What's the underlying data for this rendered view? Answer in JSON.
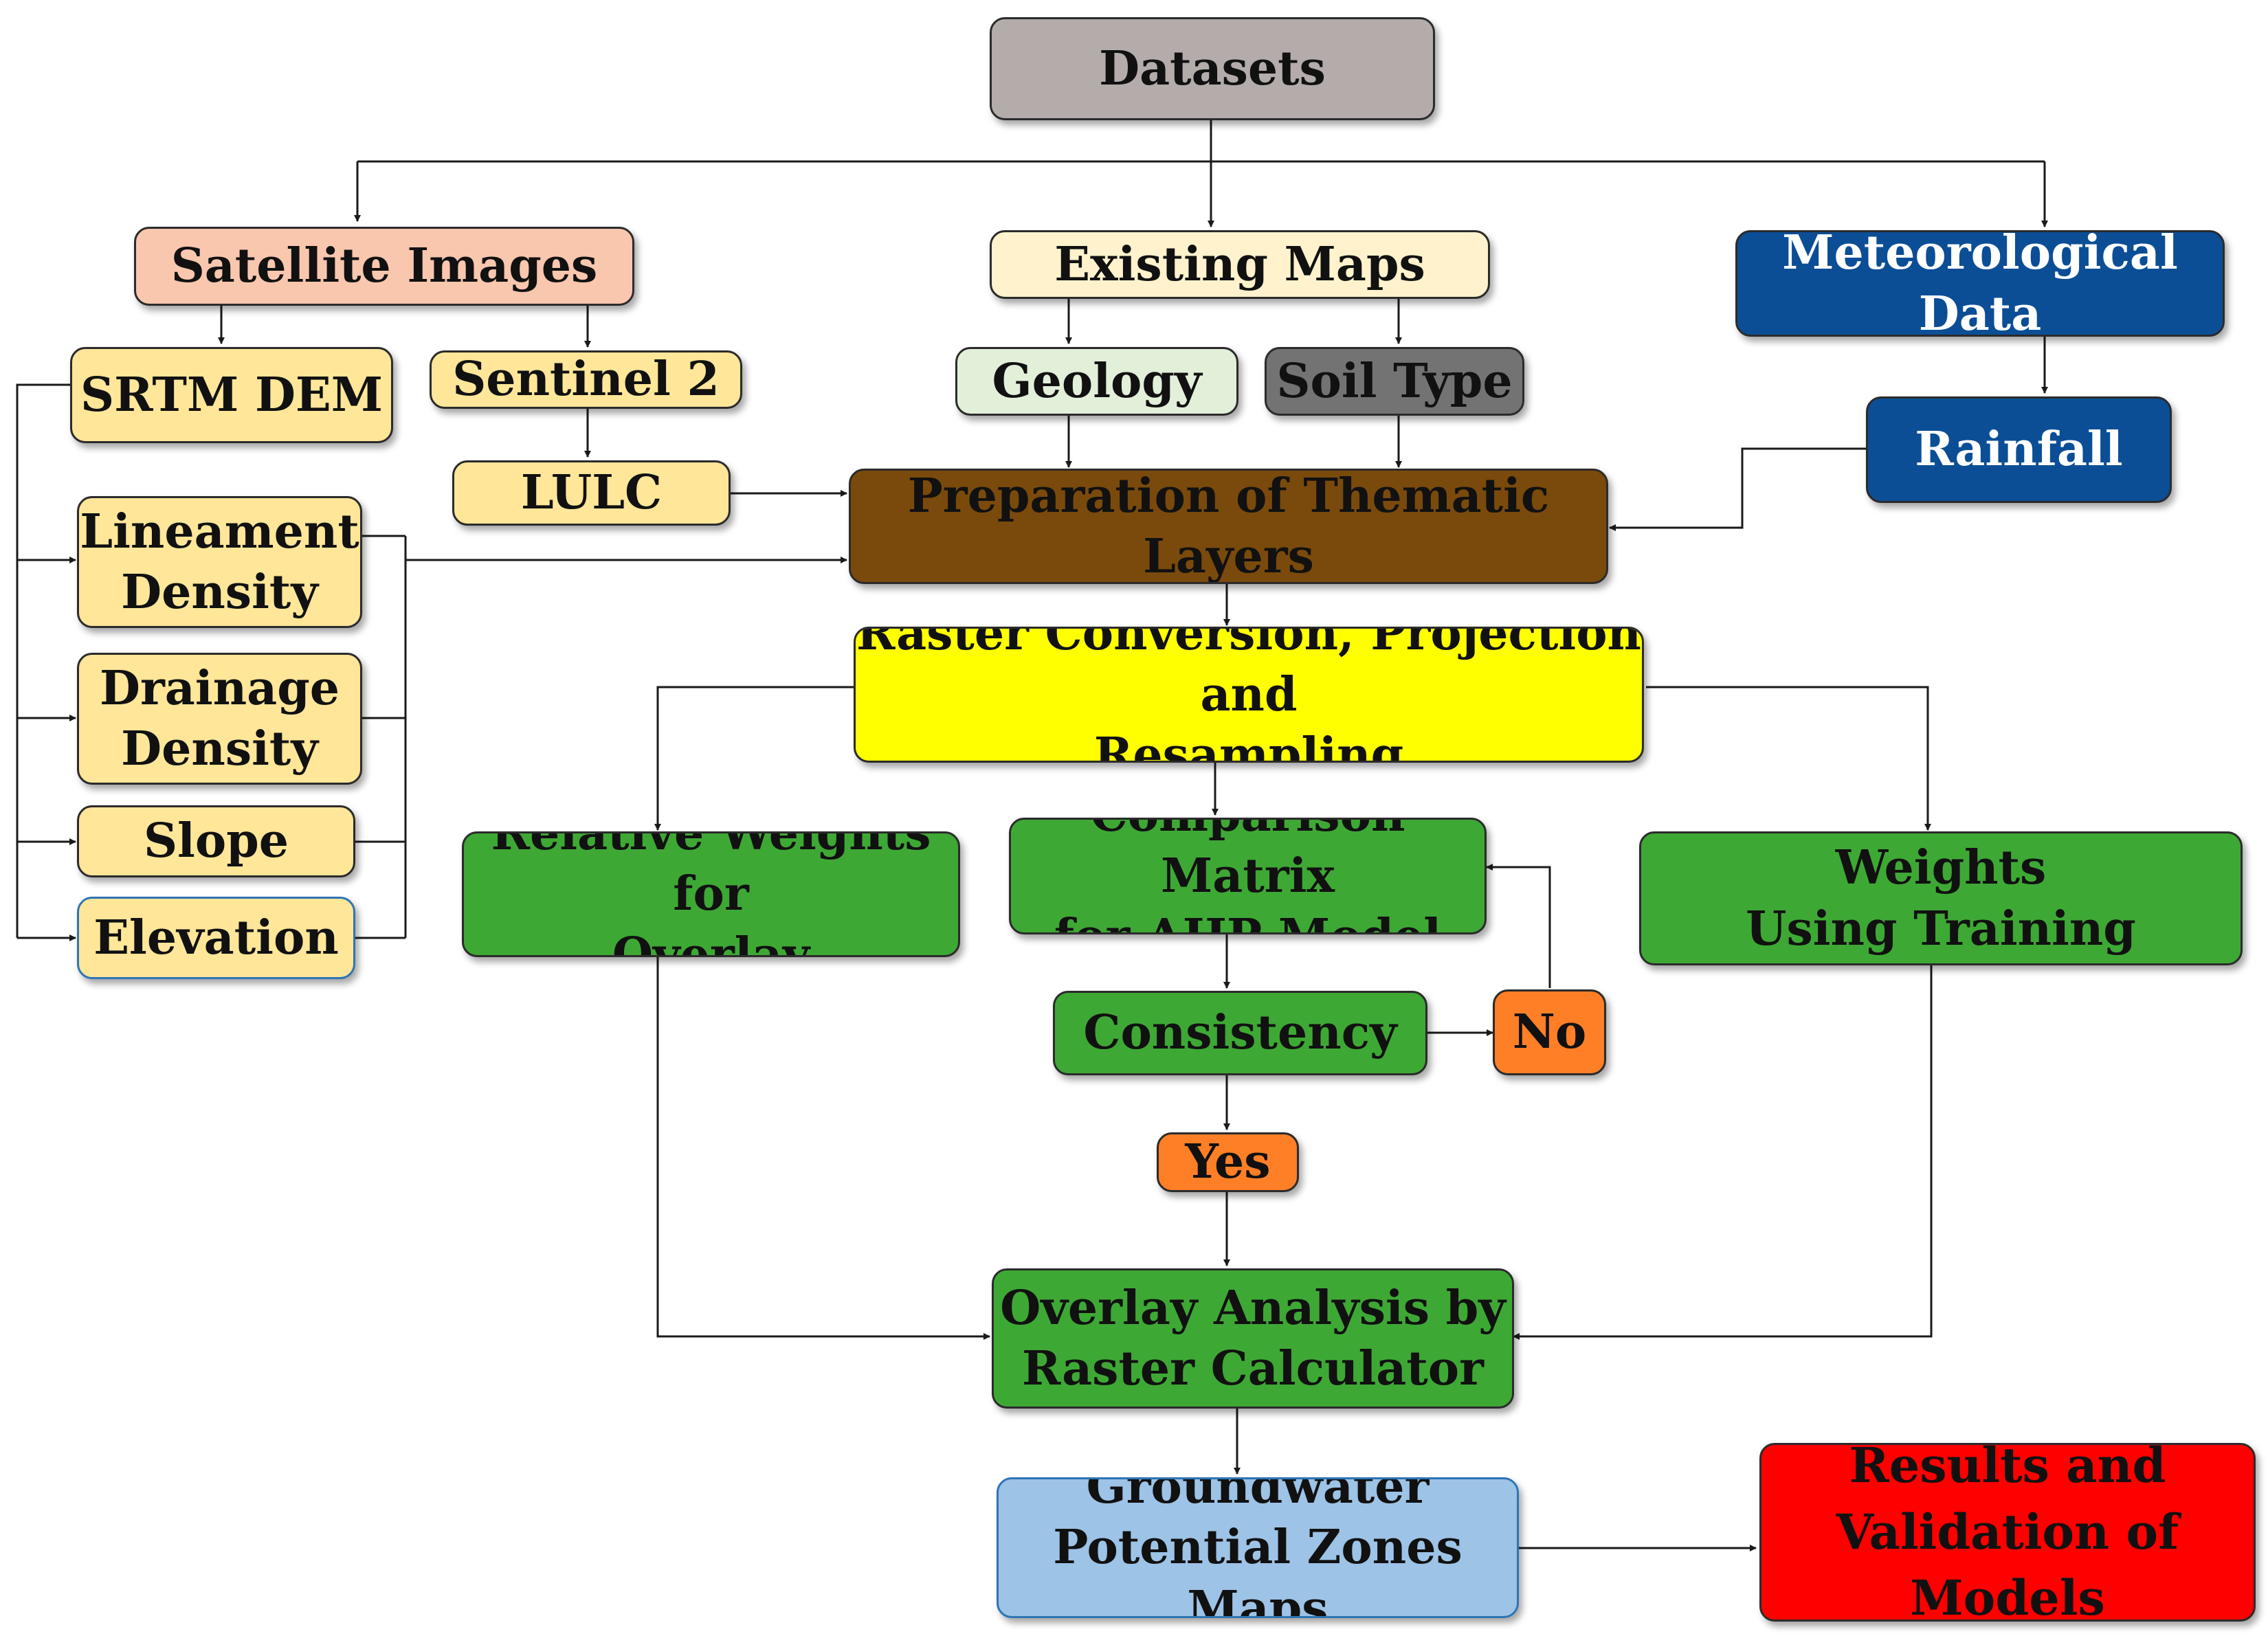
{
  "nodes": {
    "datasets": "Datasets",
    "satellite_images": "Satellite Images",
    "existing_maps": "Existing Maps",
    "meteorological_data": "Meteorological Data",
    "srtm_dem": "SRTM DEM",
    "sentinel_2": "Sentinel 2",
    "geology": "Geology",
    "soil_type": "Soil Type",
    "rainfall": "Rainfall",
    "lulc": "LULC",
    "lineament_density": "Lineament\nDensity",
    "drainage_density": "Drainage\nDensity",
    "slope": "Slope",
    "elevation": "Elevation",
    "thematic_layers": "Preparation of Thematic Layers",
    "raster_conversion": "Raster Conversion, Projection and\nResampling",
    "relative_weights": "Relative Weights for\nOverlay",
    "comparison_matrix": "Comparison Matrix\nfor AHP Model",
    "frequency_ratio": "Frequency Ratio Weights\nUsing Training Datasets",
    "consistency": "Consistency",
    "no": "No",
    "yes": "Yes",
    "overlay_analysis": "Overlay Analysis by\nRaster Calculator",
    "groundwater_maps": "Groundwater\nPotential Zones Maps",
    "results_validation": "Results and\nValidation of\nModels"
  },
  "colors": {
    "datasets": "#b3acaa",
    "satellite_images": "#f9c6ae",
    "existing_maps": "#fff2cc",
    "inputs": "#ffe699",
    "geology": "#e2f0d9",
    "soil_type": "#737373",
    "meteorological": "#0b4e96",
    "thematic_layers": "#7a4a0c",
    "raster_conversion": "#ffff00",
    "process_green": "#3ea835",
    "decision_orange": "#ff7f27",
    "groundwater_maps": "#9dc3e6",
    "results": "#ff0000",
    "connector": "#1a1a1a"
  }
}
